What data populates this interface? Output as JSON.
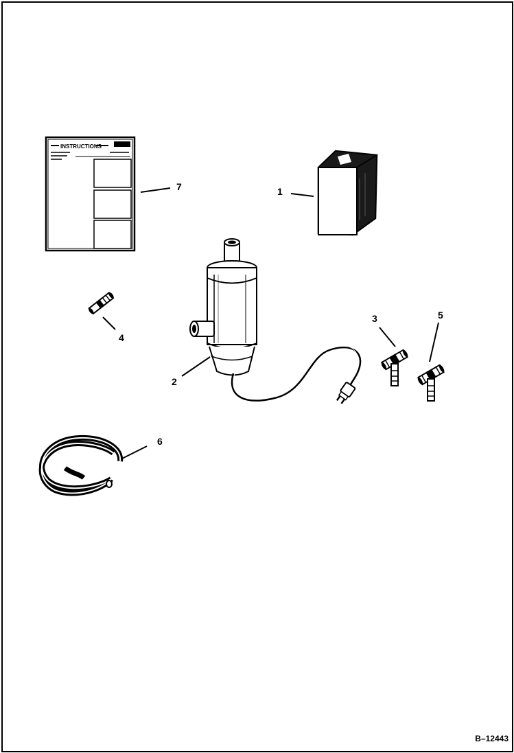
{
  "figure": {
    "reference": "B–12443",
    "callouts": [
      "1",
      "2",
      "3",
      "4",
      "5",
      "6",
      "7"
    ],
    "instruction_sheet": {
      "heading": "INSTRUCTIONS"
    }
  },
  "parts": [
    {
      "callout": "1",
      "icon": "box-icon"
    },
    {
      "callout": "2",
      "icon": "block-heater-icon"
    },
    {
      "callout": "3",
      "icon": "tee-fitting-icon"
    },
    {
      "callout": "4",
      "icon": "hose-fitting-icon"
    },
    {
      "callout": "5",
      "icon": "tee-fitting-icon"
    },
    {
      "callout": "6",
      "icon": "hose-coil-icon"
    },
    {
      "callout": "7",
      "icon": "instruction-sheet-icon"
    }
  ],
  "colors": {
    "ink": "#000000",
    "paper": "#ffffff",
    "shade": "#1a1a1a"
  }
}
